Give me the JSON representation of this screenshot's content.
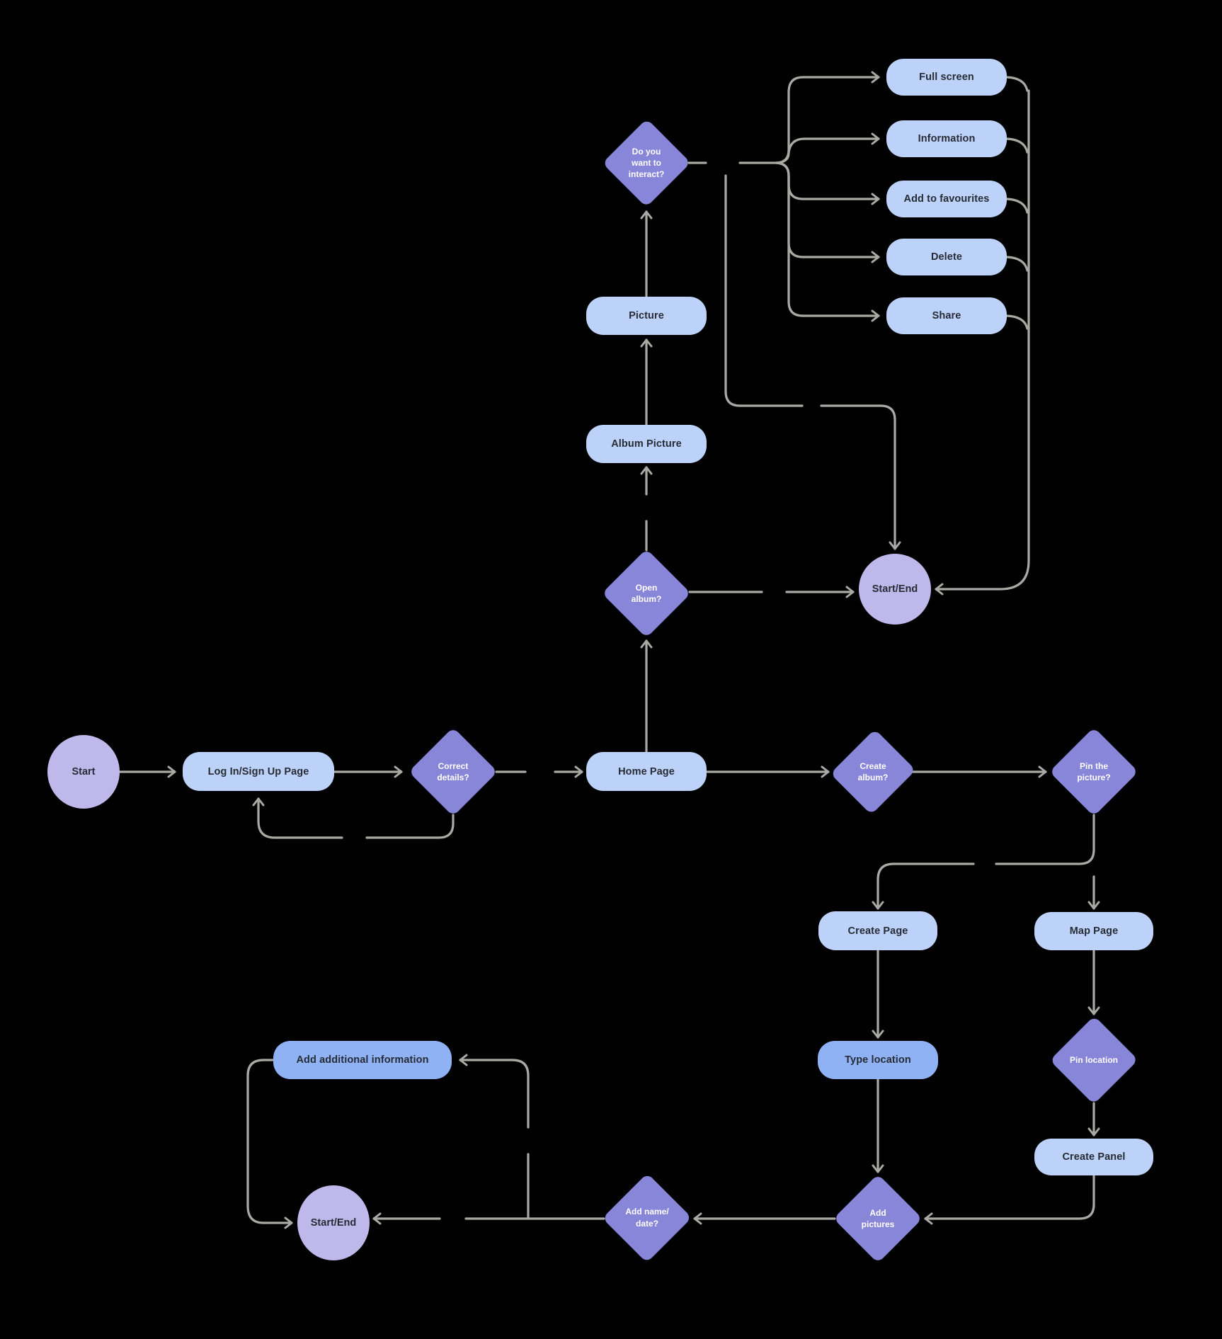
{
  "diagram": {
    "kind": "flowchart",
    "colors": {
      "background": "#000000",
      "process_box": "#BDD2F8",
      "highlight_box": "#8FB2F4",
      "decision_diamond": "#8886D9",
      "terminator_circle": "#BFB9EB",
      "connector_line": "#AAAAA5",
      "text_dark": "#272B35",
      "text_light": "#FFFFFF"
    },
    "nodes": {
      "start": {
        "label": "Start"
      },
      "login": {
        "label": "Log In/Sign Up Page"
      },
      "correct_details": {
        "label": "Correct\ndetails?"
      },
      "home": {
        "label": "Home Page"
      },
      "open_album": {
        "label": "Open\nalbum?"
      },
      "album_picture": {
        "label": "Album Picture"
      },
      "picture": {
        "label": "Picture"
      },
      "interact": {
        "label": "Do you\nwant to\ninteract?"
      },
      "full_screen": {
        "label": "Full screen"
      },
      "information": {
        "label": "Information"
      },
      "add_to_favourites": {
        "label": "Add to favourites"
      },
      "delete": {
        "label": "Delete"
      },
      "share": {
        "label": "Share"
      },
      "start_end_top": {
        "label": "Start/End"
      },
      "create_album": {
        "label": "Create\nalbum?"
      },
      "pin_picture": {
        "label": "Pin the\npicture?"
      },
      "create_page": {
        "label": "Create Page"
      },
      "map_page": {
        "label": "Map Page"
      },
      "type_location": {
        "label": "Type location"
      },
      "pin_location": {
        "label": "Pin location"
      },
      "create_panel": {
        "label": "Create Panel"
      },
      "add_pictures": {
        "label": "Add\npictures"
      },
      "add_name_date": {
        "label": "Add name/\ndate?"
      },
      "add_additional_info": {
        "label": "Add additional information"
      },
      "start_end_bottom": {
        "label": "Start/End"
      }
    }
  }
}
